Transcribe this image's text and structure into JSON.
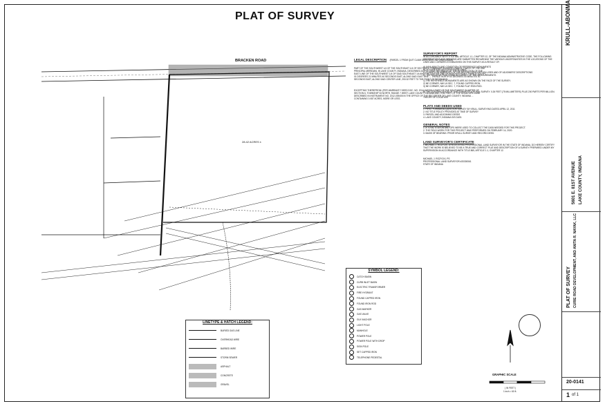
{
  "title": "PLAT OF SURVEY",
  "map": {
    "road_label": "BRACKEN ROAD",
    "acreage": "28.42 ACRES ±"
  },
  "legal": {
    "heading": "LEGAL DESCRIPTION",
    "heading_note": "(PARCEL 1 FROM QUIT CLAIM DEED DOC. NO. 2012-039405)",
    "body": "PART OF THE SOUTHWEST 1/4 OF THE SOUTHEAST 1/4 OF SECTION 6, TOWNSHIP 33 NORTH, RANGE 7 WEST OF THE 2ND PRINCIPAL MERIDIAN, IN LAKE COUNTY, INDIANA, DESCRIBED AS FOLLOWS: BEGINNING AT THE INTERSECTION OF THE EAST LINE OF THE SOUTHWEST 1/4 OF SAID SOUTHEAST 1/4 AND THE CENTER LINE OF BRACKEN ROAD; THENCE SOUTH 01 DEGREES 21 MINUTES 40 SECONDS EAST, ALONG SAID EAST LINE ... THENCE NORTH 00 DEGREES 00 MINUTES 00 SECONDS EAST, ALONG SAID CENTER LINE, 253.32 FEET TO THE POINT OF BEGINNING.",
    "excepting": "EXCEPTING THEREFROM: (PER WARRANTY DEED DOC. NO. 2014-043336) A PART OF THE SOUTHWEST QUARTER OF SECTION 6, TOWNSHIP 33 NORTH, RANGE 7 WEST, LAKE COUNTY, INDIANA AND THAT PART OF THE GRANTORS LAND DESCRIBED IN INSTRUMENT NO. 2012-039405 IN THE OFFICE OF THE RECORDER OF LAKE COUNTY, INDIANA ... CONTAINING 0.087 ACRES, MORE OR LESS."
  },
  "surveyor_report": {
    "heading": "SURVEYOR'S REPORT",
    "intro": "IN ACCORDANCE WITH TITLE 865, ARTICLE 1.1, CHAPTER 12, OF THE INDIANA ADMINISTRATIVE CODE, THE FOLLOWING OBSERVATIONS AND OPINIONS ARE SUBMITTED REGARDING THE VARIOUS UNCERTAINTIES IN THE LOCATIONS OF THE LINES AND CORNERS ESTABLISHED ON THIS SURVEY AS A RESULT OF:",
    "items": [
      "A) AVAILABILITY AND CONDITION OF REFERENCE MONUMENTS",
      "B) OCCUPATION OR POSSESSION LINES",
      "C) CLARITY OR AMBIGUITY OF THE RECORD DESCRIPTION USED AND OF ADJOINERS' DESCRIPTIONS",
      "D) THE RELATIVE POSITIONAL ACCURACY OF THE MEASUREMENTS"
    ],
    "monuments": [
      "1) THE REFERENCE MONUMENTS ARE AS SHOWN ON THE FACE OF THE SURVEY.",
      "2) NE CORNER, NW 1/4 SEC. 7, FOUND CAPPED IRON.",
      "3) NE CORNER, NW 1/4 SEC. 7, FOUND FLAT IRON ROD."
    ],
    "rpa": "B) THE CLASSIFICATION OF THIS SURVEY IS A RURAL SURVEY. 0.26 FEET (75 MILLIMETERS) PLUS 200 PARTS PER MILLION.",
    "theory": "THEORY OF LOCATION:",
    "plats_heading": "PLATS AND DEEDS USED",
    "plats": [
      "1. FIRST FORMAN ACQUISITION SURVEY BY KRULL SURVEYING DATED APRIL 12, 2011",
      "2. NO TITLE POLICY PROVIDED AT TIME OF SURVEY",
      "3. PARCEL AND ADJOINING DEEDS",
      "4. LAKE COUNTY, INDIANA GIS DATA"
    ],
    "general_heading": "GENERAL NOTES",
    "general": [
      "1. A TOTAL STATION AND GPS WERE USED TO COLLECT THE DATA NEEDED FOR THIS PROJECT.",
      "2. THE FIELD WORK FOR THIS PROJECT WAS PERFORMED ON FEBRUARY 14, 2020.",
      "3. BASIS OF BEARING: PRIOR KRULL SURVEY AND RECORD DEED."
    ],
    "cert_heading": "LAND SURVEYOR'S CERTIFICATE",
    "cert": "I, MICHAEL J. ROZYCKI, A REGISTERED PROFESSIONAL LAND SURVEYOR IN THE STATE OF INDIANA, DO HEREBY CERTIFY THAT THE WORK IS BELIEVED TO BE A TRUE AND CORRECT PLAT AND DESCRIPTION OF A SURVEY PREPARED UNDER MY SUPERVISION IN ACCORDANCE WITH TITLE 865, ARTICLE 1.1, CHAPTER 12.",
    "signer": "MICHAEL J. ROZYCKI, PS",
    "signer_title": "PROFESSIONAL LAND SURVEYOR #20300061",
    "signer_state": "STATE OF INDIANA"
  },
  "symbol_legend": {
    "title": "SYMBOL LEGEND:",
    "items": [
      "CATCH BASIN",
      "CURB INLET BASIN",
      "ELECTRIC TRANSFORMER",
      "FIRE HYDRANT",
      "FOUND CAPPED IRON",
      "FOUND IRON ROD",
      "GAS MARKER",
      "GAS VALVE",
      "GUY ANCHOR",
      "LIGHT POLE",
      "MANHOLE",
      "POWER POLE",
      "POWER POLE WITH DROP",
      "SIGN POLE",
      "SET CAPPED IRON",
      "TELEPHONE PEDESTAL"
    ]
  },
  "line_legend": {
    "title": "LINETYPE & HATCH LEGEND:",
    "items": [
      "BURIED GAS LINE",
      "OVERHEAD WIRE",
      "BARBED WIRE",
      "STORM SEWER",
      "ASPHALT",
      "CONCRETE",
      "GRAVEL"
    ]
  },
  "scale": {
    "label": "GRAPHIC SCALE",
    "unit": "( IN FEET )",
    "ratio": "1 inch = 60 ft."
  },
  "title_block": {
    "company": "KRULL-ABONMARCHE",
    "project_title": "PLAT OF SURVEY",
    "client": "CURIE ROAD DEVELOPMENT, AND ANITA R. NAYAK, LLC",
    "address": "5601 E. 81ST AVENUE",
    "county": "LAKE COUNTY, INDIANA",
    "job": "20-0141",
    "sheet": "1",
    "sheet_of": "of 1"
  },
  "colors": {
    "ink": "#111111",
    "hatch": "#555555",
    "paper": "#ffffff"
  }
}
